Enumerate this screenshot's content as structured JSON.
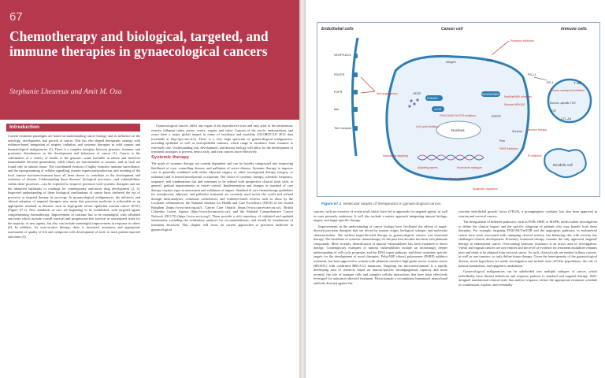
{
  "chapter": {
    "number": "67",
    "title": "Chemotherapy and biological, targeted, and immune therapies in gynaecological cancers",
    "authors": "Stephanie Lheureux and Amit M. Oza"
  },
  "introduction": {
    "heading": "Introduction",
    "paragraphs": [
      "Current treatment paradigms are based on understanding cancer biology and its influence on the aetiology, development, and growth of cancer. This has also shaped therapeutic strategy with evidence-based integration of surgery, radiation, and systemic therapies in solid tumour and haematological malignancies (1). There is a complex interplay between genomic, immune, and proteomic disturbances in the development and behaviour of cancer (1). Cancer is the culmination of a variety of insults to the genome—some heritable in nature and therefore transmittable between generations; while others are non-heritable or somatic, and as such are found only in tumour tissue. The coordinated evasion of highly sensitive immune surveillance, and the reprogramming of cellular signalling, protein expression/production, and resetting of the local tumour microenvironment have all been shown to contribute to the development and evolution of disease. Understanding these diseases' biological processes—and vulnerabilities within these processes—can be exploited to improve precision with systemic therapies and are the identified hallmarks or roadmap for contemporary anticancer drug development (2, 3). Improved understanding of these biological mechanisms of cancer have furthered the era of precision or targeted therapy in oncology. In gynaecological malignancies, the advances and clinical adoption of targeted therapies now mean that precision medicine is achievable as an appropriate standard in diseases such as high-grade serous epithelial ovarian cancer (EOC) (Figure 67.1). New standards of care are beginning to be established, with targeted agents complementing chemotherapy. Improvement in outcome has to be meaningful, with validated outcomes which include overall survival and progression-free survival in randomized trials for the majority of new agents, but also can include meaningful improvement in response in others (4). In addition, for non-curative therapy, there is increased awareness and appropriate assessment of quality of life and symptoms with development of tools to track patient-reported outcomes (4)."
    ]
  },
  "middle_column": {
    "paragraphs": [
      "Gynaecological cancers affect any organ of the reproductive tract and may arise in the peritoneum, ovaries, fallopian tubes, uterus, cervix, vagina, and vulva. Cancers of the cervix, endometrium, and ovary have a major global impact in terms of incidence and mortality (GLOBOCAN 2012 data (available at http://gco.iarc.fr/)). There is a very large spectrum of gynaecological malignancies, including epithelial as well as non-epithelial tumours, which range in incidence from common to extremely rare. Understanding risk, development, and disease biology will allow for the development of treatment strategies to prevent, detect early, and treat cancers more effectively."
    ],
    "subheading": "Systemic therapy",
    "systemic_paragraphs": [
      "The goals of systemic therapy are content dependent and can be broadly categorized into improving likelihood of cure, controlling disease, and palliation of active disease. Systemic therapy to improve cure is generally combined with either adjuvant surgery or other locoregional therapy (surgery or radiation) and is termed neoadjuvant or adjuvant. The choice of systemic therapy, schedule, frequency, sequence, and combinations has and continues to be refined with prospective clinical trials with, in general, gradual improvements in cancer control. Implementation and changes in standard of care therapy requires rigor in assessment and validation of impact. Standard of care chemotherapy guidelines for neoadjuvant, adjuvant, and palliative treatment are currently used across the world and refined through meta-analyses, consensus conferences, and evidence-based reviews such as those by the Cochrane collaboration, the National Institute for Health and Care Excellence (NICE) in the United Kingdom (https://www.nice.org.uk/), Cancer Care Ontario (https://www.cancercare.on.ca/), British Columbia Cancer Agency (http://www.bccancer.bc.ca/), and the National Comprehensive Cancer Network (NCCN) (https://www.nccn.org/). These provide a rich repository of validated and updated information, including the evidentiary analyses for recommendations, and should be foundations of treatment decisions. This chapter will focus on current approaches to precision medicine in gynaecological"
    ]
  },
  "figure": {
    "caption_label": "Figure 67.1",
    "caption_text": "Molecular targets of therapeutics in gynaecological cancer.",
    "columns": [
      "Endothelial cells",
      "Cancer cell",
      "Immune cells"
    ],
    "labels": {
      "vegfr": "VEGFR1/2/3",
      "pdgfr": "PDGFR",
      "fgfr": "FGFR",
      "met": "Met",
      "tie2": "Tie2 receptor",
      "anti_angio": "Anti-angiogenics",
      "integrin": "Integrin",
      "gpr": "GPR",
      "receptor_inhib": "Receptor inhibitors",
      "vegf": "VEGF",
      "pi3k": "PI3K/AKT",
      "ras": "RAS/RAF/MEK",
      "mtor": "mTOR",
      "pi3k_inhib": "PI3K/CA/AKT/mTOR inhibitors",
      "ras_inhib": "Ras/Raf/MEK inhibitors",
      "selumetinib": "Selumet MEK162",
      "er_pr": "ER/PR",
      "cell_cycle": "Cell cycle inhibitors",
      "nucleus": "Nucleus",
      "survival": "Survival",
      "hormone": "Hormone therapy",
      "rho": "Rho",
      "pi_inhib": "PI inhibitors",
      "parp": "PARP inhibitors",
      "microtubule": "Microtubule targeting",
      "alkylating": "Alkylating agents",
      "nucleoside": "Nucleoside analogue",
      "topo": "Topo I inhibitor",
      "epigenetic": "Epigenetic regulators",
      "pdl1": "PD-L1",
      "pd1": "PD-1",
      "tcell": "T cell",
      "checkpoint": "Immune checkpoint inhibitors",
      "tcr": "TCR",
      "ctla4": "CTL-A4",
      "dendritic": "Dendritic cell",
      "sunvon": "Sunvon -specific TCR"
    }
  },
  "right_col1": {
    "paragraphs": [
      "cancers, with an overview of recent trials which have led to approvals for targeted agents, as well as ones presently underway. It will also include a matrix approach integrating tumour biology, targets, and target-specific therapy.",
      "Improvements in the understanding of cancer biology have facilitated the advent of target-directed precision therapies that are driven by tumour origin, biological subtype, and molecular characterization. The earliest target-directed therapy in gynaecological cancers was hormonal therapy. The backbone of systemic chemotherapy for the past four decades has been with platinum compounds. More recently, identification of tumour vulnerabilities has been exploited to direct therapy. Contemporary examples of tumour vulnerabilities include an increasingly deeper understanding of cell-cycle properties and the DNA repair pathway, and these constitute specific targets for the development of novel therapies. Poly(ADP ribose) polymerase (PARP) inhibitor treatment, has been approved in women with platinum sensitive high-grade serous ovarian cancer (HGSOC) with confirmed BRCA1/2 mutations. Targeting the microenvironment is a rapidly developing area of research, based on tumour-specific neoangiogenesis capacity and more recently, the role of immune cells and complex cellular interactions that have been effectively leveraged for anticancer-directed treatment. Bevacizumab a recombinant humanized monoclonal antibody directed against the"
    ]
  },
  "right_col2": {
    "paragraphs": [
      "vascular endothelial growth factor (VEGF), a proangiogenic cytokine, has also been approved in ovarian and cervical cancers.",
      "The deregulation of different pathways, such as PI3K, HER, or MAPK, needs further investigation to define the clinical impact and the specific subgroup of patients who may benefit from these therapies. For example, targeting PI3K/AKT/mTOR and the angiogenic pathways in endometrial cancer have been associated with intriguing clinical activity, but balancing this with toxicity has challenged clinical development. Presently, hormonal therapy remains the only approved 'targeted' therapy in endometrial cancer. Overcoming hormone resistance is an active area of investigation. Vulval and vaginal cancers are rare entities and the level of evidence for treatment modalities remains poor and tends to be adapted from cervical cancer. As such, clinical trials are needed in these cancers, as well as rare tumours, to truly define future therapy. Given the heterogeneity of the gynaecological disease, novel hypotheses are under investigation and include stem cell-like populations, the role of tumour metabolism, and epigenetic modulation.",
      "Gynaecological malignancies can be subdivided into multiple subtypes of cancer, which individually have distinct behaviour and response patterns to standard and targeted therapy. Well-designed translational clinical trials that analyse response, define the appropriate treatment schedule or combination, explore, and eventually"
    ]
  }
}
